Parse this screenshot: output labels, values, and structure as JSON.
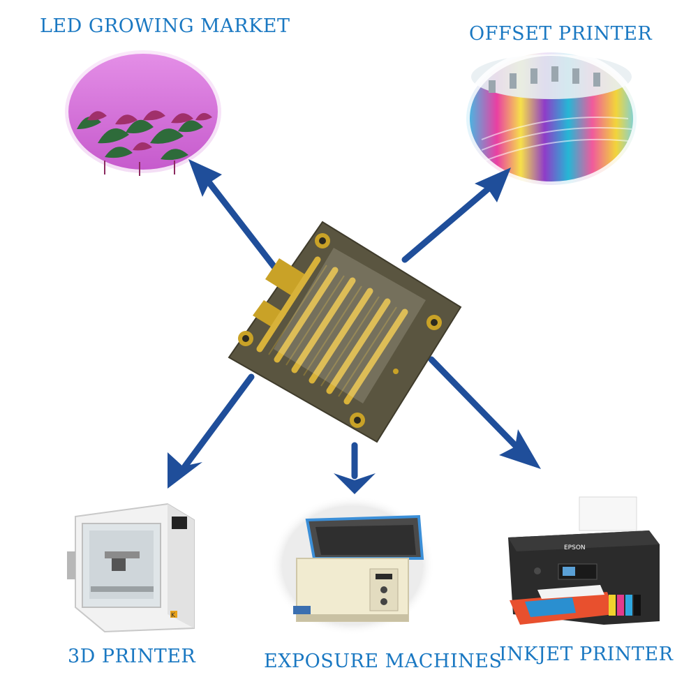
{
  "labels": {
    "led_growing": "LED GROWING MARKET",
    "offset_printer": "OFFSET PRINTER",
    "printer_3d": "3D PRINTER",
    "exposure_machines": "EXPOSURE MACHINES",
    "inkjet_printer": "INKJET PRINTER"
  },
  "brands": {
    "inkjet": "EPSON",
    "printer_3d": "K"
  },
  "colors": {
    "label": "#1a78c2",
    "arrow": "#1f4e9a",
    "pcb": "#5a5540",
    "gold": "#c9a227"
  }
}
